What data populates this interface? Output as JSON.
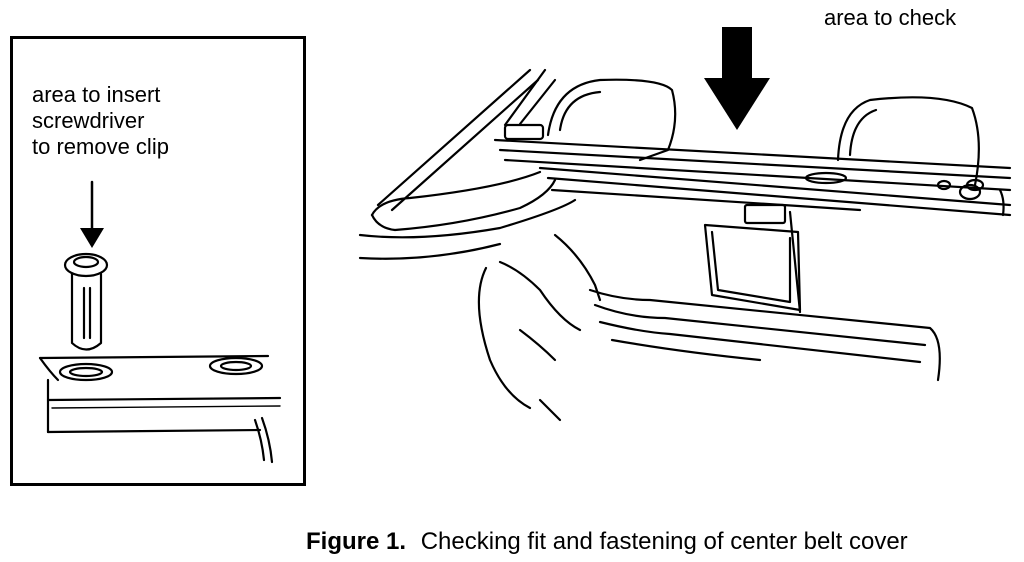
{
  "inset": {
    "label_lines": [
      "area to insert",
      "screwdriver",
      "to remove clip"
    ]
  },
  "main_view": {
    "label": "area to check"
  },
  "caption": {
    "number": "Figure 1.",
    "text": "Checking fit and fastening of center belt cover"
  }
}
